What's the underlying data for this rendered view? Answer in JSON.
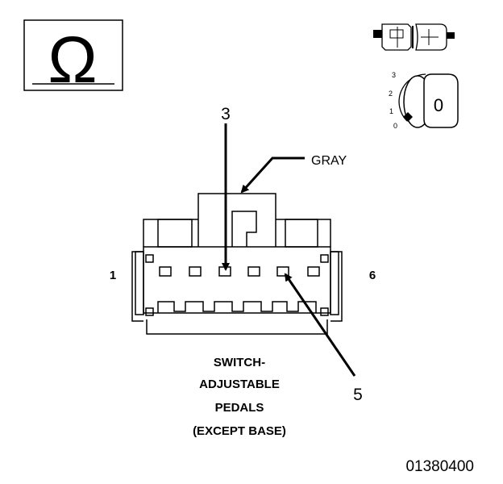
{
  "symbols": {
    "ohm": "Ω",
    "ignition_positions": [
      "3",
      "2",
      "1",
      "0"
    ],
    "key_position": "0"
  },
  "callouts": {
    "wire_color": "GRAY",
    "cavity_top": "3",
    "cavity_bottom": "5"
  },
  "connector": {
    "pin_left": "1",
    "pin_right": "6"
  },
  "caption": {
    "line1": "SWITCH-",
    "line2": "ADJUSTABLE",
    "line3": "PEDALS",
    "line4": "(EXCEPT BASE)"
  },
  "figure_id": "01380400"
}
